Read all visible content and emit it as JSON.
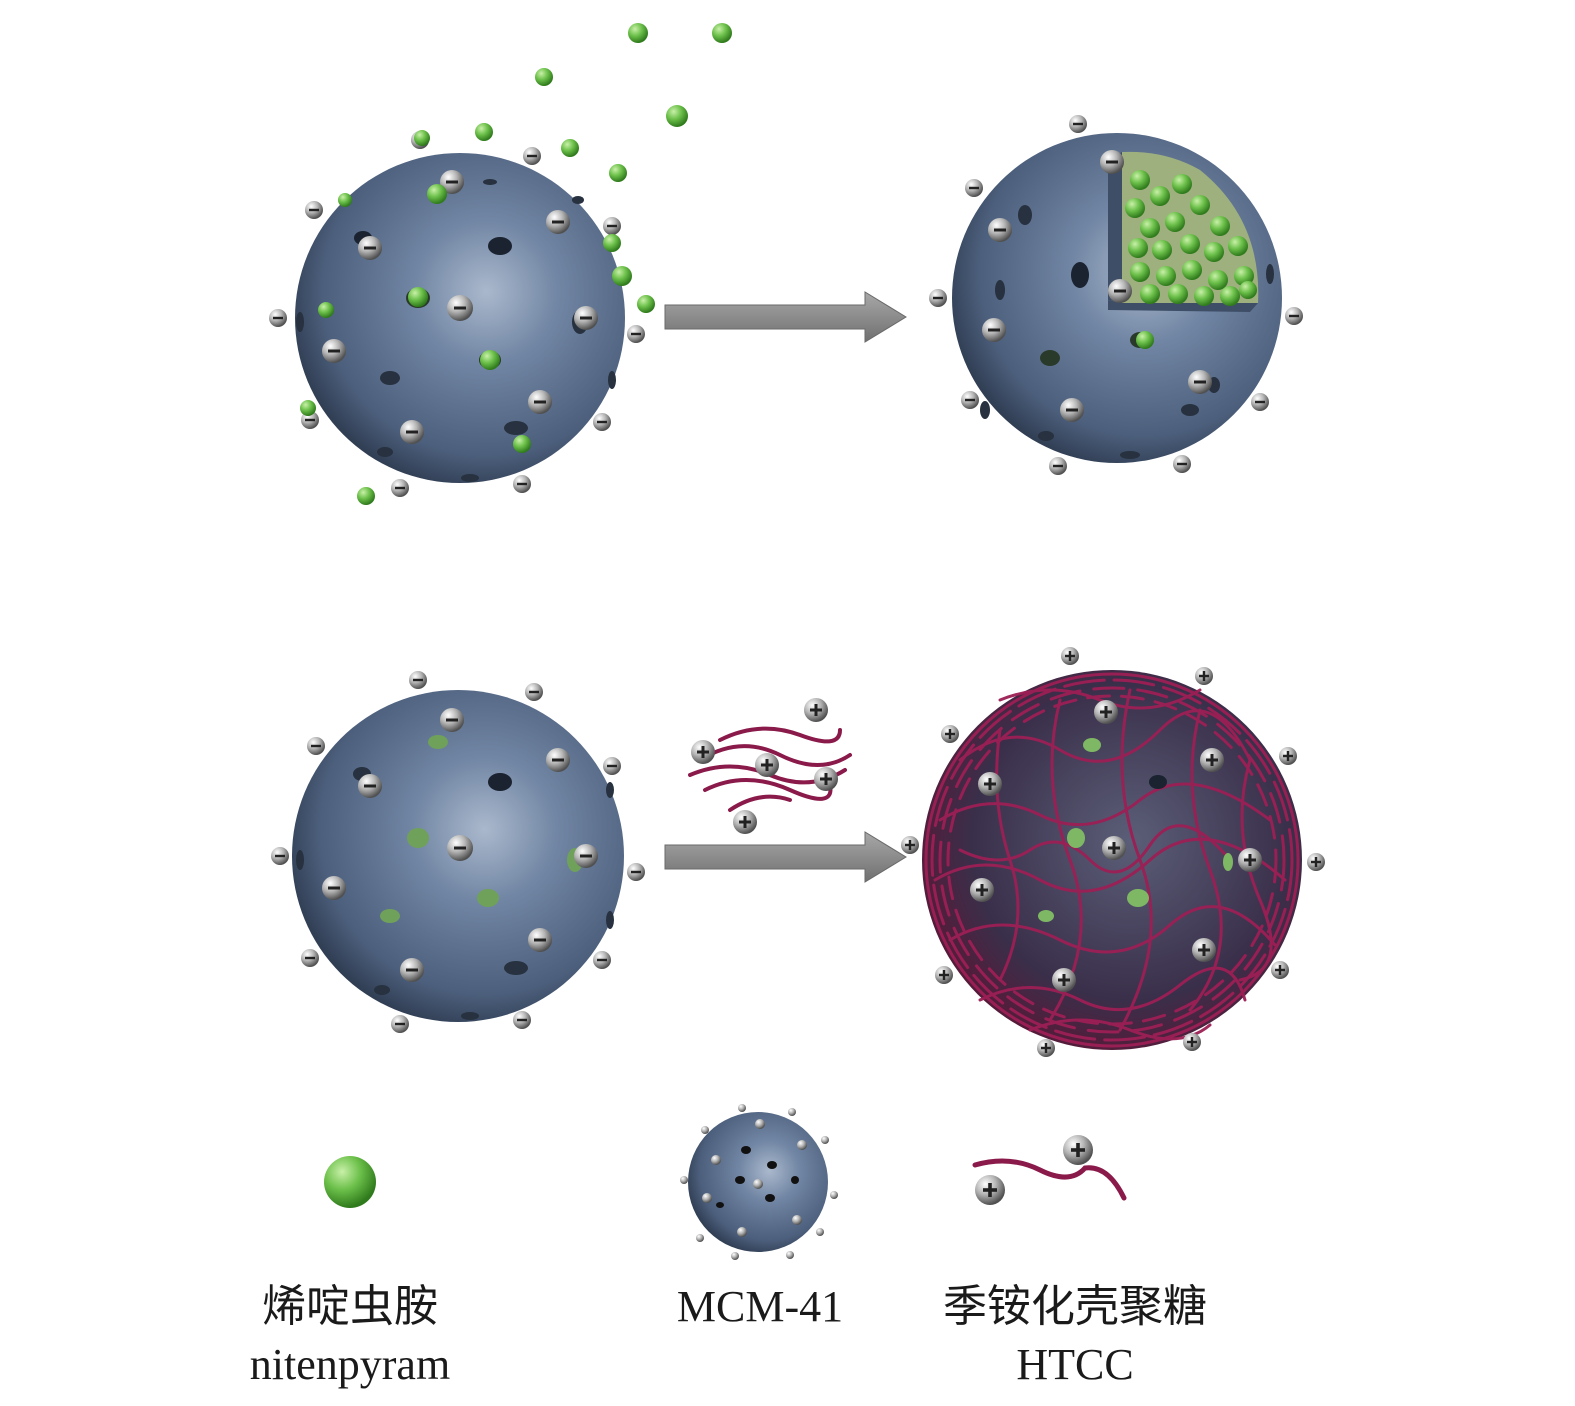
{
  "legend": {
    "nitenpyram": {
      "zh": "烯啶虫胺",
      "en": "nitenpyram"
    },
    "mcm41": {
      "label": "MCM-41"
    },
    "htcc": {
      "zh": "季铵化壳聚糖",
      "en": "HTCC"
    }
  },
  "colors": {
    "sphere": "#5a6f8e",
    "sphere_dark": "#35445c",
    "drug": "#6cc04a",
    "htcc_fiber": "#8a1a4a",
    "ion": "#9a9a9a",
    "arrow": "#8c8c8c"
  },
  "icons": [
    "minus-charge-icon",
    "plus-charge-icon",
    "drug-molecule-icon"
  ]
}
